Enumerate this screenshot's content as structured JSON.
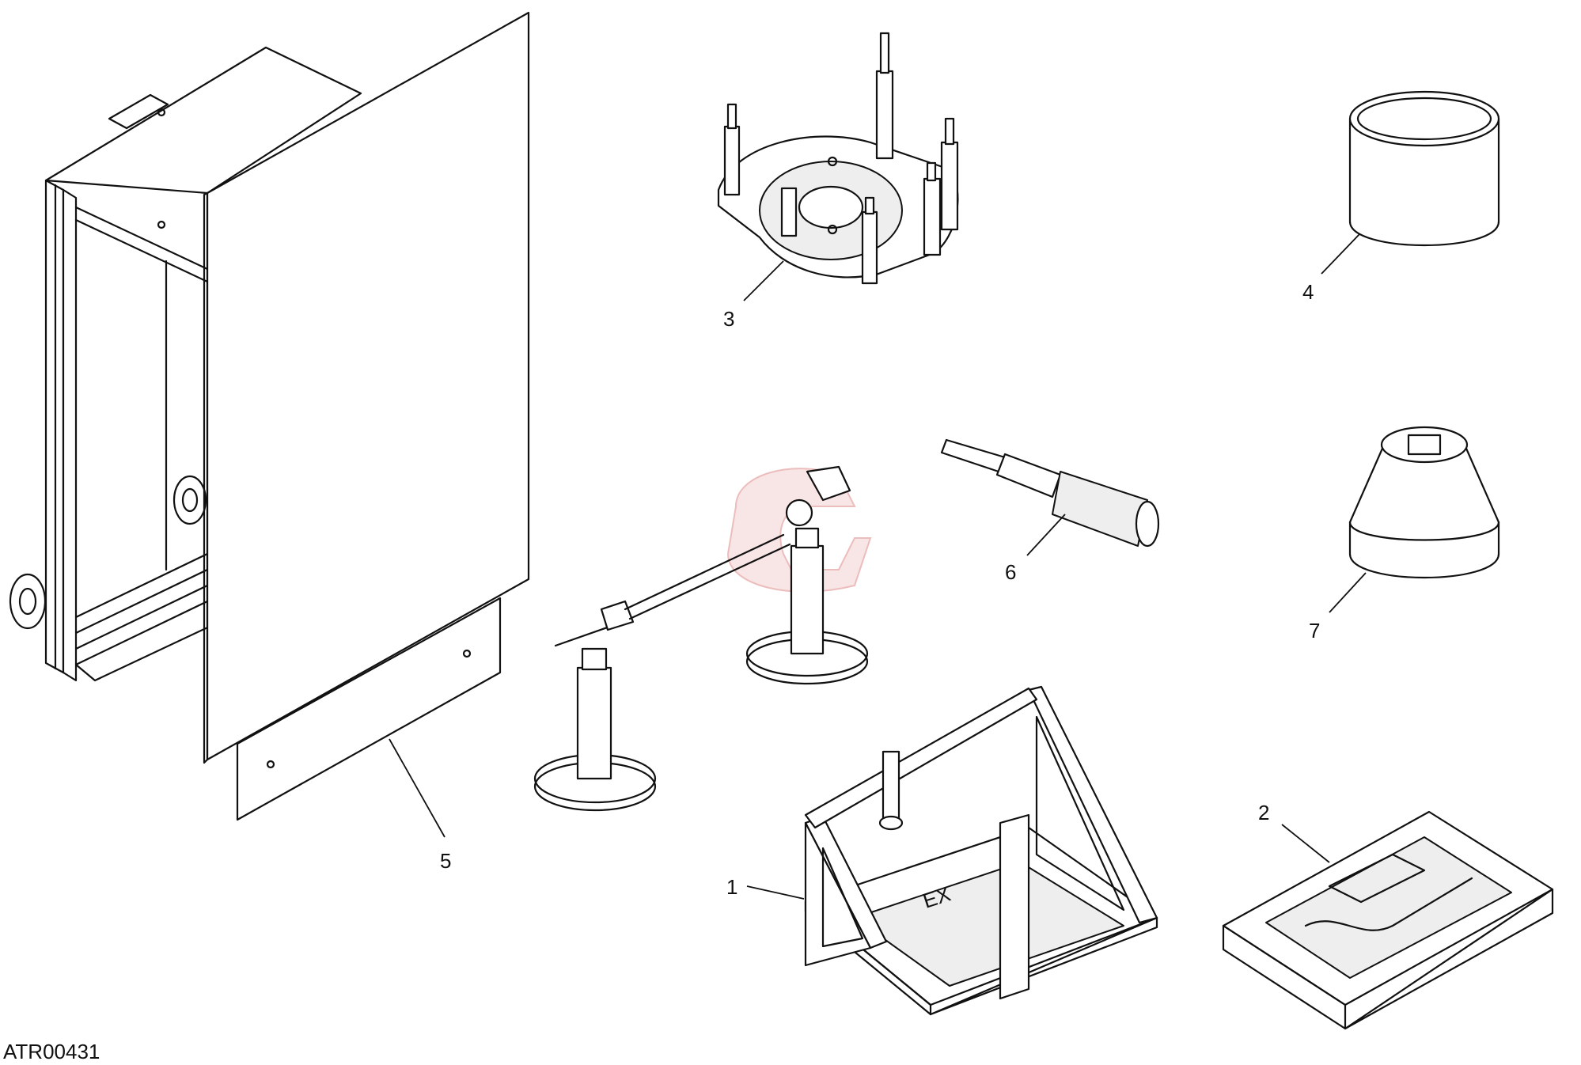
{
  "drawing_code": "ATR00431",
  "callouts": [
    {
      "id": "1",
      "text": "1"
    },
    {
      "id": "2",
      "text": "2"
    },
    {
      "id": "3",
      "text": "3"
    },
    {
      "id": "4",
      "text": "4"
    },
    {
      "id": "5",
      "text": "5"
    },
    {
      "id": "6",
      "text": "6"
    },
    {
      "id": "7",
      "text": "7"
    }
  ],
  "fixture_marking": "EX",
  "watermark_color": "#e8a0a0"
}
